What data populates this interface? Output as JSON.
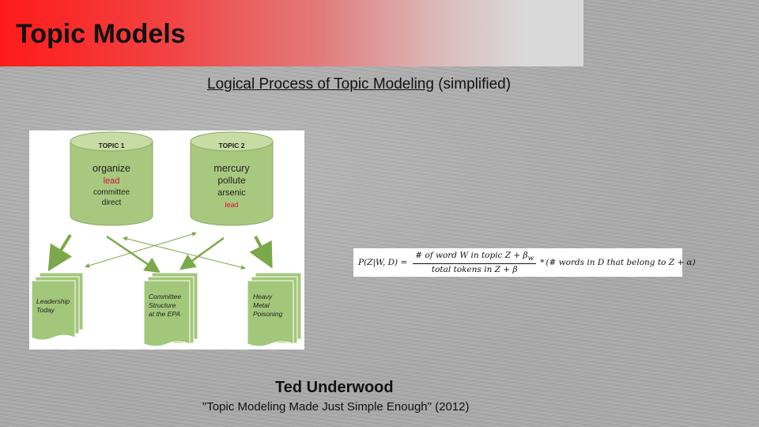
{
  "slide": {
    "title": "Topic Models",
    "subtitle_underlined": "Logical Process of Topic Modeling",
    "subtitle_rest": " (simplified)",
    "author": "Ted Underwood",
    "citation": "\"Topic Modeling Made Just Simple Enough\" (2012)"
  },
  "diagram": {
    "topics": [
      {
        "label": "TOPIC 1",
        "words": [
          "organize",
          "lead",
          "committee",
          "direct"
        ],
        "highlight": "lead"
      },
      {
        "label": "TOPIC 2",
        "words": [
          "mercury",
          "pollute",
          "arsenic",
          "lead"
        ],
        "highlight": "lead"
      }
    ],
    "documents": [
      {
        "lines": [
          "Leadership",
          "Today"
        ]
      },
      {
        "lines": [
          "Committee",
          "Structure",
          "at the EPA"
        ]
      },
      {
        "lines": [
          "Heavy",
          "Metal",
          "Poisoning"
        ]
      }
    ],
    "colors": {
      "cylinder_fill": "#a9c87f",
      "cylinder_top": "#c6dca4",
      "highlight": "#d2143a",
      "doc_fill": "#a3c77a",
      "arrow": "#7aa84a"
    }
  },
  "formula": {
    "lhs": "P(Z|W, D) =",
    "numerator": "# of word W in topic Z + β",
    "subscript": "w",
    "denominator": "total tokens in Z + β",
    "star": "*",
    "rhs": "(# words in D that belong to Z + α)"
  }
}
